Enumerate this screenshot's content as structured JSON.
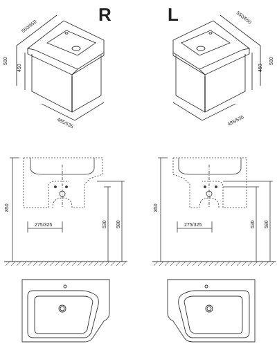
{
  "side_right": {
    "letter": "R",
    "dims": {
      "width_depth": "550/650",
      "height": "500",
      "body_height": "450",
      "depth": "485/535"
    }
  },
  "side_left": {
    "letter": "L",
    "dims": {
      "width_depth": "550/650",
      "height": "500",
      "body_height": "450",
      "depth": "485/535"
    }
  },
  "front_right": {
    "overall_height": "850",
    "offset": "275/325",
    "h1": "530",
    "h2": "580"
  },
  "front_left": {
    "overall_height": "850",
    "offset": "275/325",
    "h1": "530",
    "h2": "580"
  }
}
